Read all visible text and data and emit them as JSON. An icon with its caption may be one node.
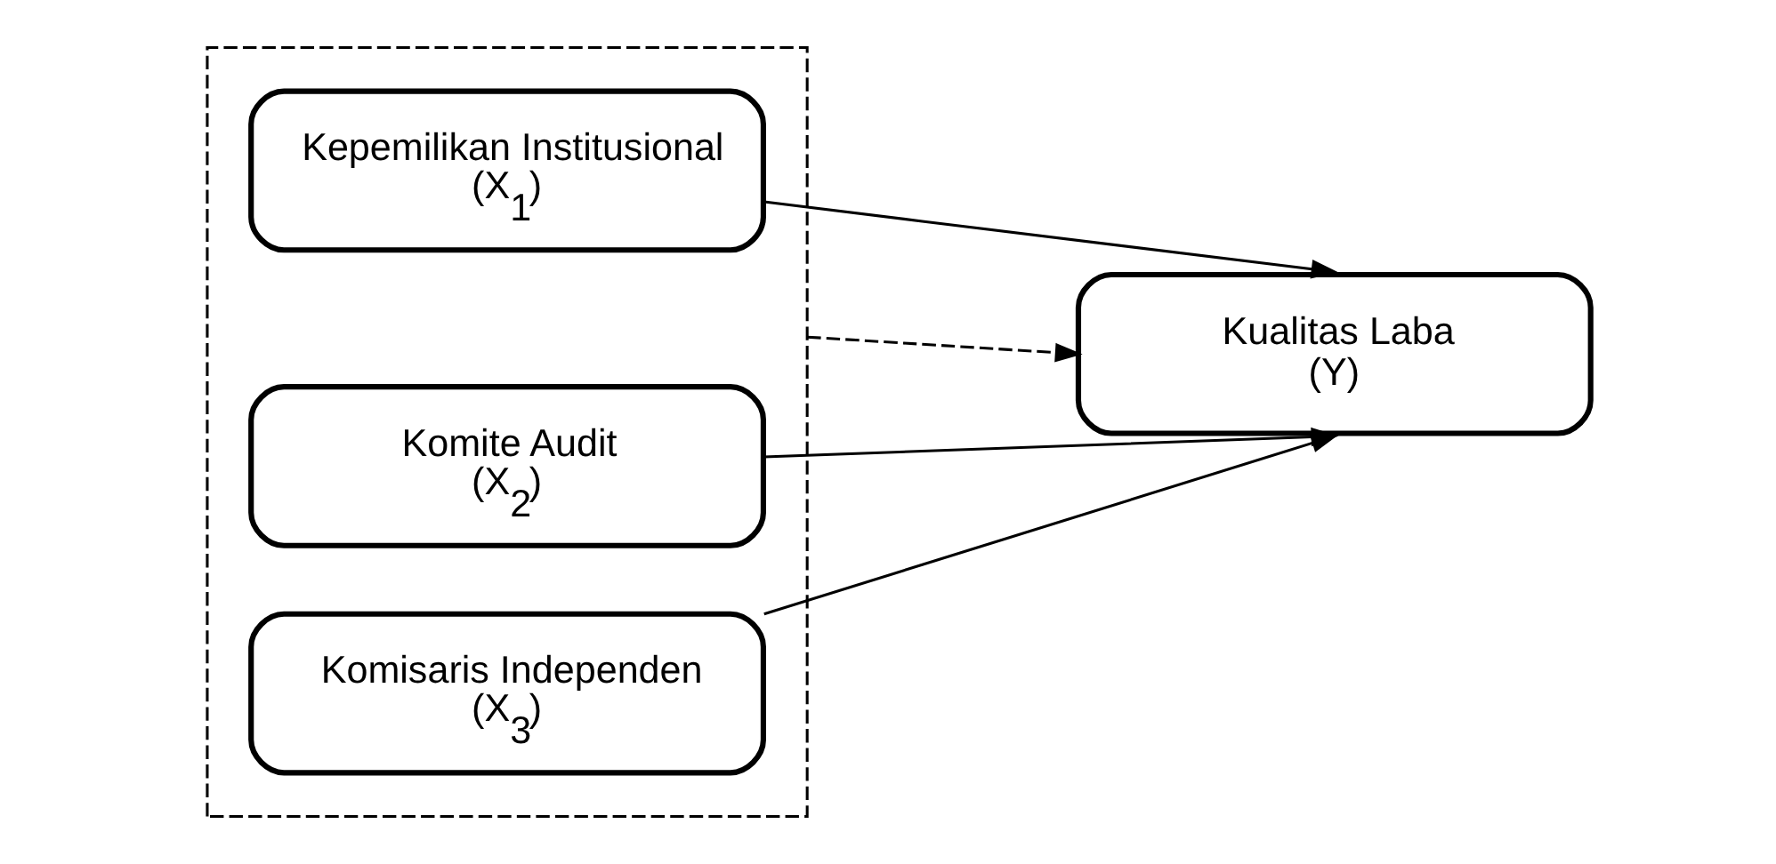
{
  "diagram": {
    "nodes": [
      {
        "text": [],
        "shape": "box"
      },
      {
        "text": [
          "Kepemilikan Institusional",
          "(X$_{1}$)"
        ],
        "in": 0
      },
      {
        "text": [
          "Komite Audit",
          "(X$_{2}$)"
        ],
        "in": 0
      },
      {
        "text": [
          "Komisaris Independen",
          "(X$_{3}$)"
        ],
        "in": 0
      },
      {
        "text": [
          "Kualitas Laba",
          "(Y)"
        ]
      }
    ],
    "edges": [
      {
        "from": 1,
        "to": 4,
        "arrow": "to"
      },
      {
        "from": 0,
        "to": 4,
        "arrow": "to",
        "style": "dashed"
      },
      {
        "from": 2,
        "to": 4,
        "arrow": "to"
      },
      {
        "from": 3,
        "to": 4,
        "arrow": "to"
      }
    ]
  }
}
